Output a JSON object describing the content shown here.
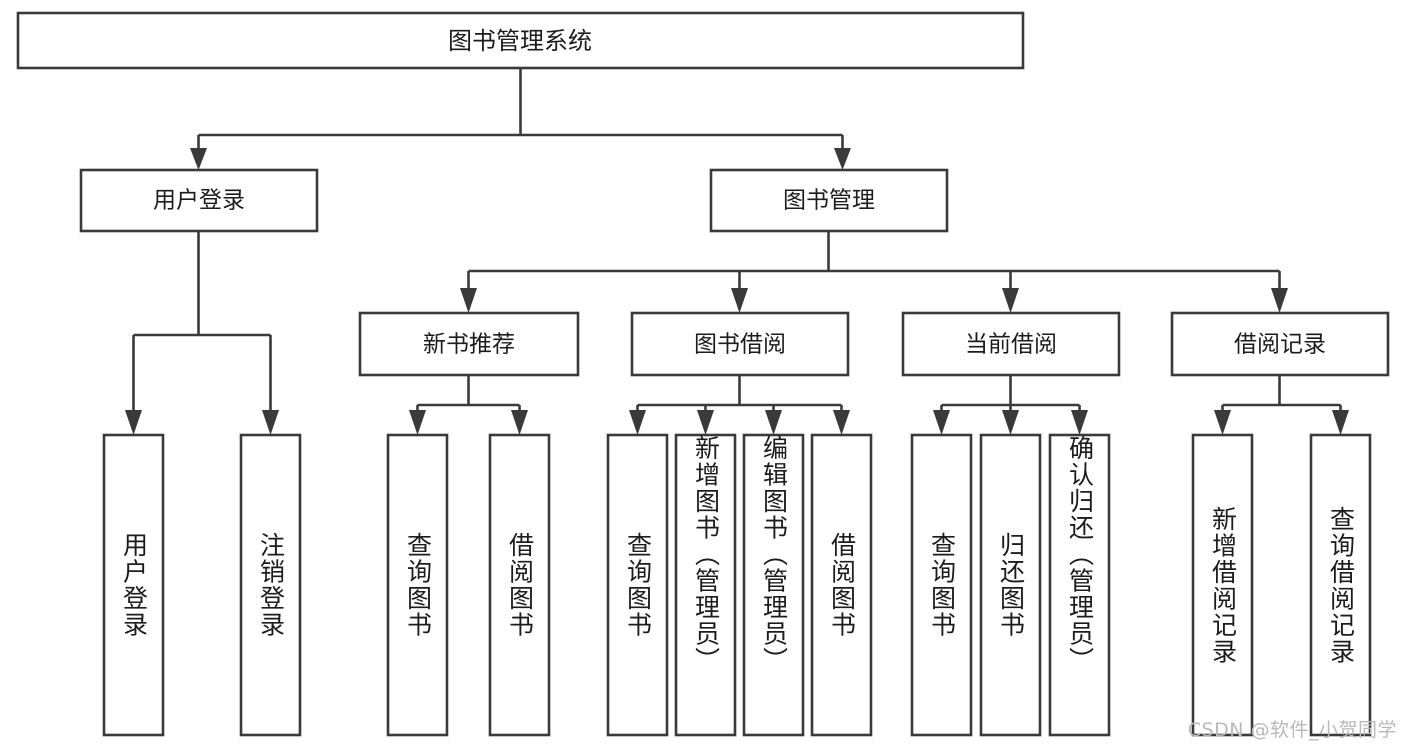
{
  "diagram": {
    "type": "tree-hierarchy",
    "title": "图书管理系统",
    "orientation": "top-down",
    "colors": {
      "stroke": "#3a3a3a",
      "fill": "#ffffff",
      "text": "#1c1c1c",
      "watermark": "#b9b9b9"
    },
    "root": {
      "label": "图书管理系统"
    },
    "level2": [
      {
        "label": "用户登录"
      },
      {
        "label": "图书管理"
      }
    ],
    "level3": [
      {
        "label": "新书推荐"
      },
      {
        "label": "图书借阅"
      },
      {
        "label": "当前借阅"
      },
      {
        "label": "借阅记录"
      }
    ],
    "leaves": {
      "user_login": [
        {
          "label": "用户登录"
        },
        {
          "label": "注销登录"
        }
      ],
      "new_book_recommend": [
        {
          "label": "查询图书"
        },
        {
          "label": "借阅图书"
        }
      ],
      "book_borrow": [
        {
          "label": "查询图书"
        },
        {
          "label": "新增图书（管理员）"
        },
        {
          "label": "编辑图书（管理员）"
        },
        {
          "label": "借阅图书"
        }
      ],
      "current_borrow": [
        {
          "label": "查询图书"
        },
        {
          "label": "归还图书"
        },
        {
          "label": "确认归还（管理员）"
        }
      ],
      "borrow_record": [
        {
          "label": "新增借阅记录"
        },
        {
          "label": "查询借阅记录"
        }
      ]
    }
  },
  "watermark": {
    "text": "CSDN @软件_小贺同学"
  }
}
